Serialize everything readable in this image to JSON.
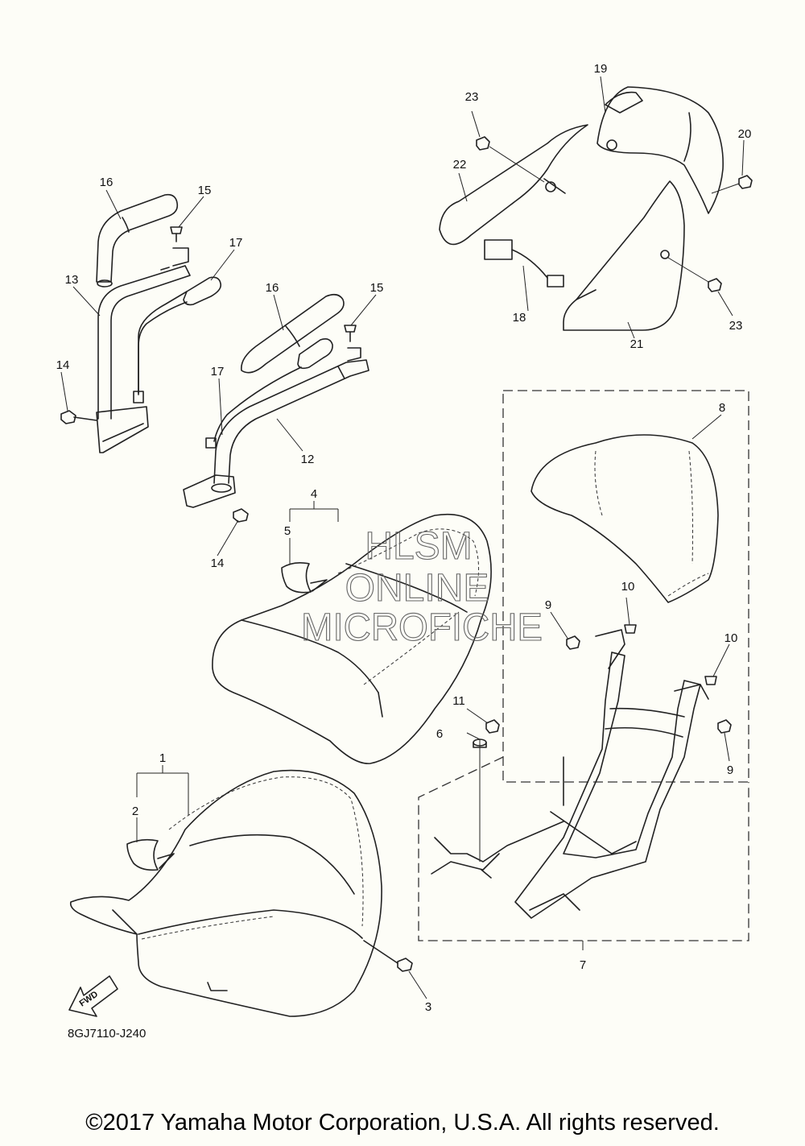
{
  "diagram_code": "8GJ7110-J240",
  "watermark": [
    "HLSM",
    "ONLINE",
    "MICROFICHE"
  ],
  "fwd_label": "FWD",
  "copyright": "©2017 Yamaha Motor Corporation, U.S.A. All rights reserved.",
  "callouts": {
    "c1": "1",
    "c2": "2",
    "c3": "3",
    "c4": "4",
    "c5": "5",
    "c6": "6",
    "c7": "7",
    "c8": "8",
    "c9a": "9",
    "c9b": "9",
    "c10a": "10",
    "c10b": "10",
    "c11": "11",
    "c12": "12",
    "c13": "13",
    "c14a": "14",
    "c14b": "14",
    "c15a": "15",
    "c15b": "15",
    "c16a": "16",
    "c16b": "16",
    "c17a": "17",
    "c17b": "17",
    "c18": "18",
    "c19": "19",
    "c20": "20",
    "c21": "21",
    "c22": "22",
    "c23a": "23",
    "c23b": "23"
  }
}
